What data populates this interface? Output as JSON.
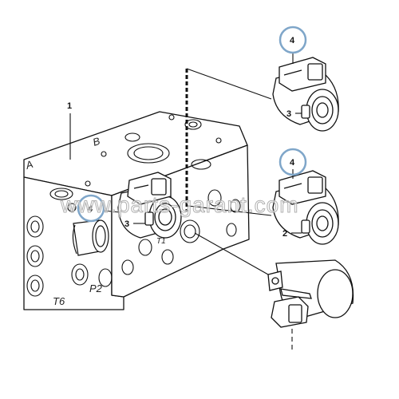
{
  "callouts": {
    "c1": "1",
    "c2": "2",
    "c3a": "3",
    "c3b": "3",
    "c4a": "4",
    "c4b": "4",
    "c4c": "4"
  },
  "cast_marks": {
    "t6": "T6",
    "p2": "P2",
    "b": "B",
    "a": "A",
    "t1": "T1"
  },
  "watermark": "www.parts-garant.com",
  "colors": {
    "highlight_circle": "#7fa6c9",
    "line": "#111111"
  }
}
